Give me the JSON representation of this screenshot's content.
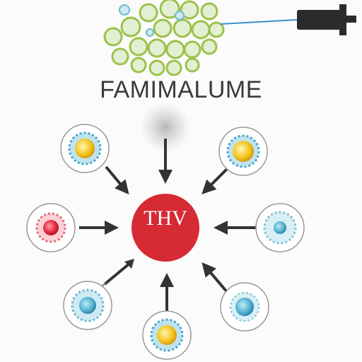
{
  "title": "FAMIMALUME",
  "hub": {
    "label": "THV",
    "color": "#d62a35"
  },
  "labels": {
    "top_left": "",
    "top_right": "",
    "bottom_left": "",
    "bottom_right": ""
  },
  "icons": [
    "virus-cluster",
    "syringe",
    "spray-burst",
    "cell"
  ],
  "colors": {
    "cluster_green": "#bcd67a",
    "cluster_light": "#e6f0d8",
    "arrow": "#333333",
    "virus_blue": "#5ab8d8",
    "virus_yellow": "#f2c31c",
    "virus_red": "#e0283a"
  }
}
